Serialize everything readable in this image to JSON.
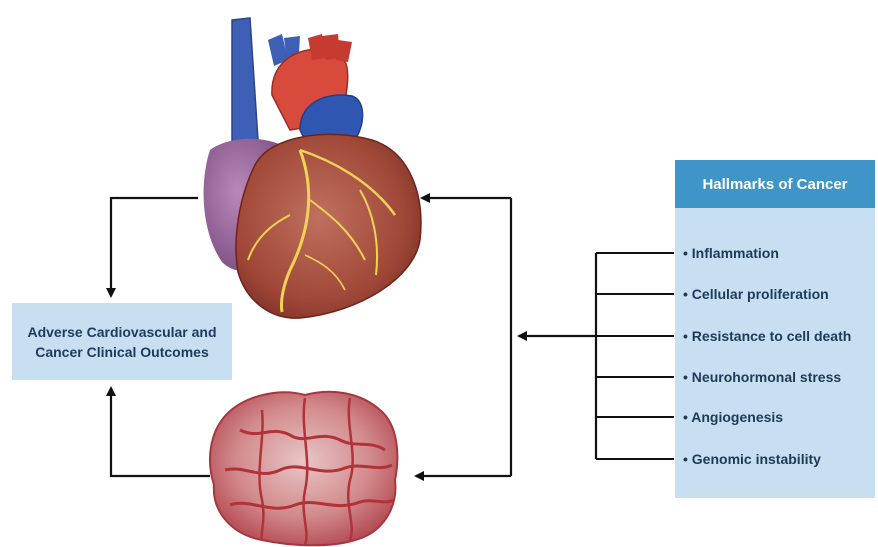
{
  "outcome": {
    "line1": "Adverse Cardiovascular and",
    "line2": "Cancer Clinical Outcomes"
  },
  "hallmarks": {
    "title": "Hallmarks of Cancer",
    "items": [
      "• Inflammation",
      "• Cellular proliferation",
      "• Resistance to cell death",
      "• Neurohormonal stress",
      "• Angiogenesis",
      "• Genomic instability"
    ]
  },
  "colors": {
    "box_fill": "#c7dff0",
    "header_fill": "#3f94c8",
    "arrow": "#111111"
  },
  "illustrations": [
    "heart-illustration",
    "tumor-illustration"
  ]
}
